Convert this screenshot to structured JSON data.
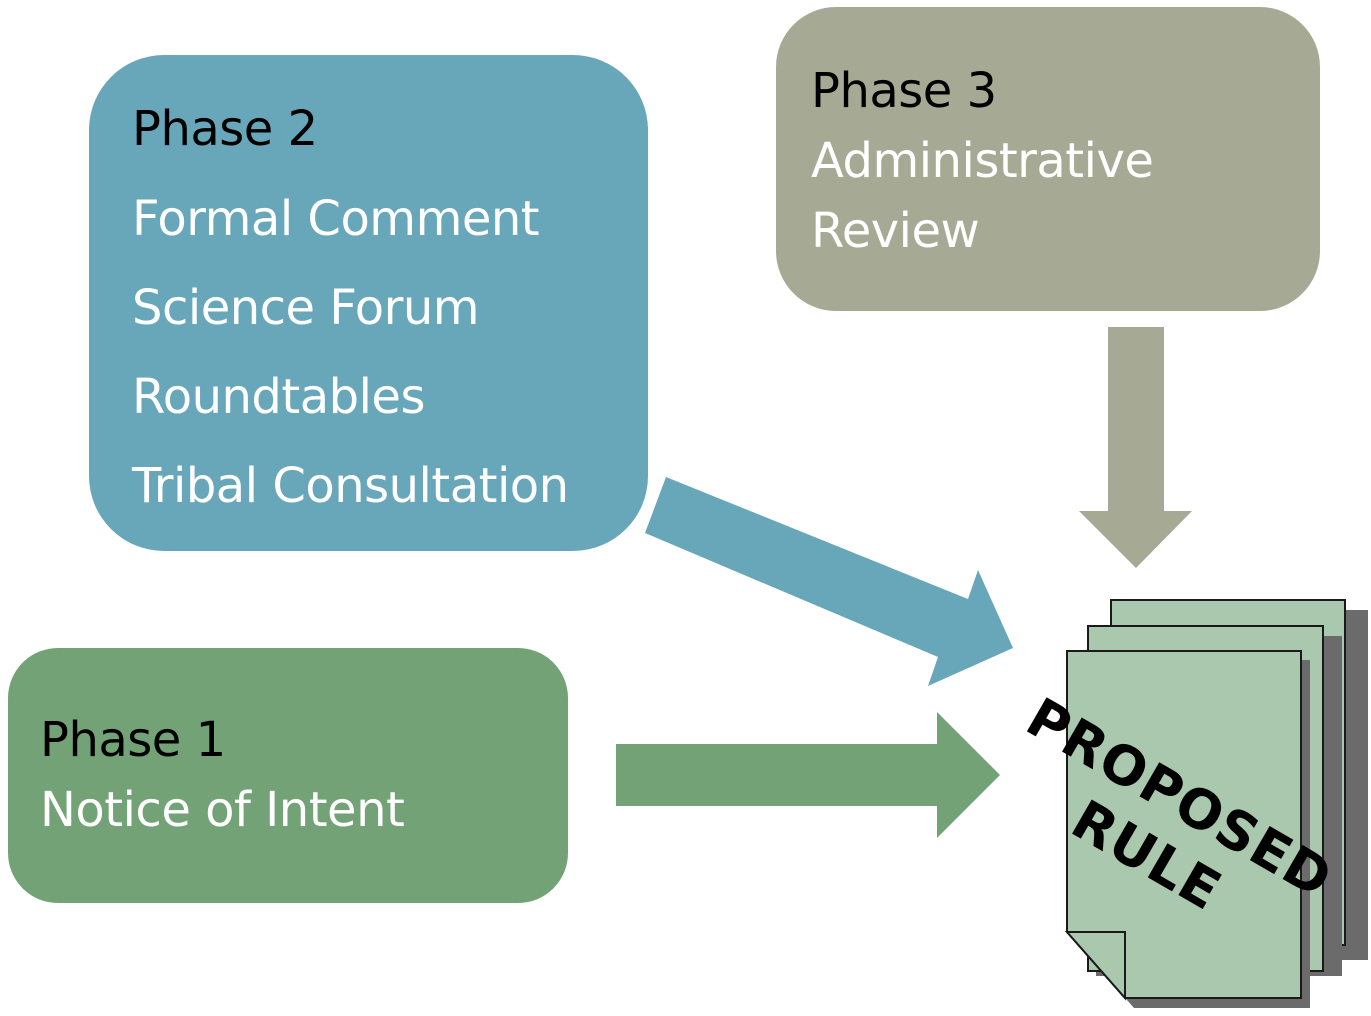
{
  "colors": {
    "phase1": "#72a275",
    "phase2": "#67a7b9",
    "phase3": "#a6a993",
    "document_fill": "#a9c8ad",
    "document_stroke": "#1a1a1a",
    "document_shadow": "#6b6b6b"
  },
  "phase2": {
    "title": "Phase 2",
    "items": [
      "Formal Comment",
      "Science Forum",
      "Roundtables",
      "Tribal Consultation"
    ]
  },
  "phase3": {
    "title": "Phase 3",
    "items": [
      "Administrative",
      "Review"
    ]
  },
  "phase1": {
    "title": "Phase 1",
    "items": [
      "Notice of Intent"
    ]
  },
  "document": {
    "stamp_lines": [
      "PROPOSED",
      "RULE"
    ]
  }
}
